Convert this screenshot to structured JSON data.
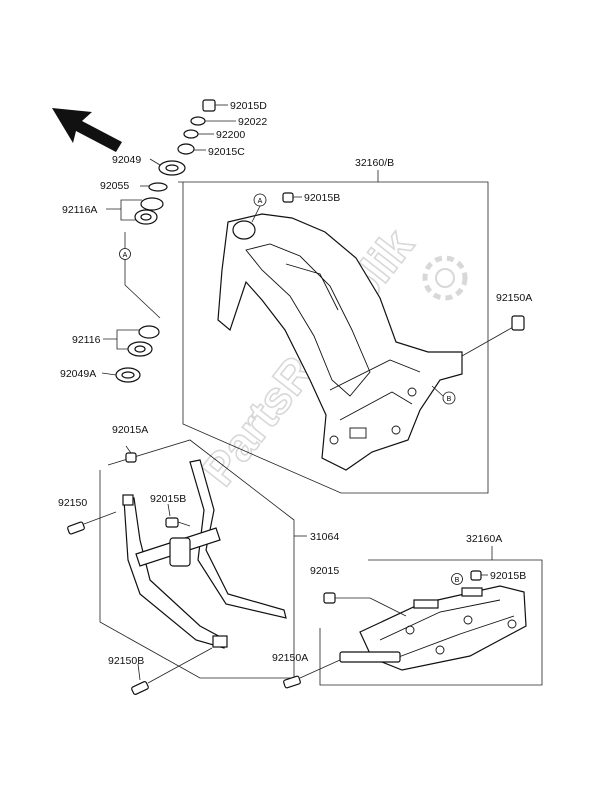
{
  "watermark": "PartsRepublik",
  "parts": {
    "p92015D": "92015D",
    "p92022": "92022",
    "p92200": "92200",
    "p92049": "92049",
    "p92015C": "92015C",
    "p92055": "92055",
    "p92116A": "92116A",
    "p92116": "92116",
    "p92049A": "92049A",
    "p32160B": "32160/B",
    "p92015B_top": "92015B",
    "p92150A_right": "92150A",
    "p92015A": "92015A",
    "p92150": "92150",
    "p92015B_mid": "92015B",
    "p31064": "31064",
    "p92150B": "92150B",
    "p32160A": "32160A",
    "p92015": "92015",
    "p92015B_low": "92015B",
    "p92150A_low": "92150A"
  },
  "callouts": {
    "a_left": "A",
    "a_frame": "A",
    "b_frame": "B",
    "b_sub": "B"
  }
}
